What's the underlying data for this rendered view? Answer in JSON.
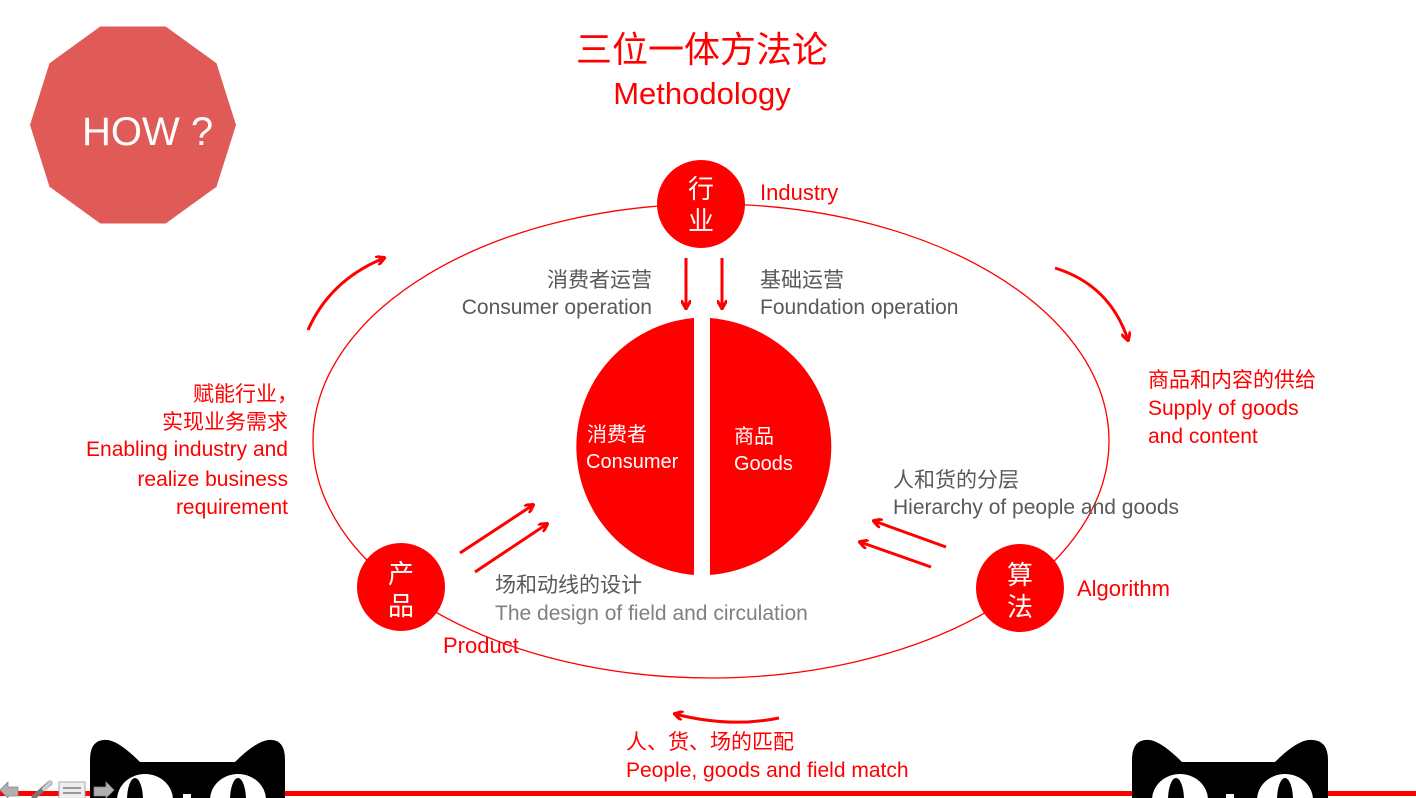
{
  "title": {
    "zh": "三位一体方法论",
    "en": "Methodology"
  },
  "badge": {
    "label": "HOW ?"
  },
  "nodes": {
    "industry": {
      "char1": "行",
      "char2": "业",
      "label": "Industry"
    },
    "product": {
      "char1": "产",
      "char2": "品",
      "label": "Product"
    },
    "algorithm": {
      "char1": "算",
      "char2": "法",
      "label": "Algorithm"
    }
  },
  "center": {
    "consumer": {
      "zh": "消费者",
      "en": "Consumer"
    },
    "goods": {
      "zh": "商品",
      "en": "Goods"
    }
  },
  "annotations": {
    "consumer_operation": {
      "zh": "消费者运营",
      "en": "Consumer operation"
    },
    "foundation_operation": {
      "zh": "基础运营",
      "en": "Foundation operation"
    },
    "enabling": {
      "zh1": "赋能行业，",
      "zh2": "实现业务需求",
      "en1": "Enabling industry and",
      "en2": "realize business",
      "en3": "requirement"
    },
    "supply": {
      "zh": "商品和内容的供给",
      "en1": "Supply of goods",
      "en2": "and content"
    },
    "hierarchy": {
      "zh": "人和货的分层",
      "en": "Hierarchy of people and goods"
    },
    "field_design": {
      "zh": "场和动线的设计",
      "en": "The design of field and circulation"
    },
    "match": {
      "zh": "人、货、场的匹配",
      "en": "People, goods and field match"
    }
  },
  "colors": {
    "accent": "#ff0000",
    "badge": "#e05a57",
    "text_gray": "#595959"
  }
}
